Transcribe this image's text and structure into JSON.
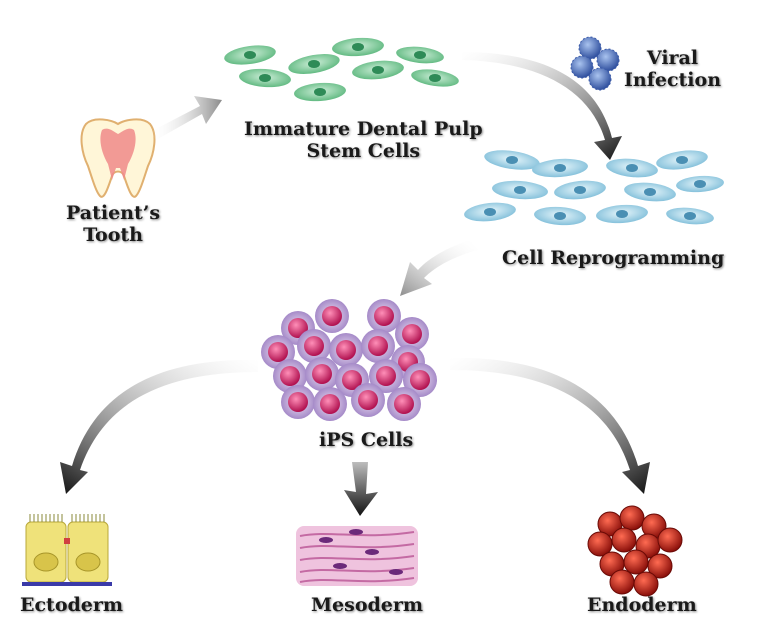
{
  "labels": {
    "patient_tooth": [
      "Patient’s",
      "Tooth"
    ],
    "dental_pulp": [
      "Immature Dental Pulp",
      "Stem Cells"
    ],
    "viral": [
      "Viral",
      "Infection"
    ],
    "reprogramming": "Cell Reprogramming",
    "ips": "iPS Cells",
    "ectoderm": "Ectoderm",
    "mesoderm": "Mesoderm",
    "endoderm": "Endoderm"
  },
  "colors": {
    "stem_cell": "#7dd39a",
    "reprogrammed_cell": "#9fd6ea",
    "ips_cell": "#d6226b",
    "virus": "#4f74c4",
    "endoderm": "#c4201a",
    "ectoderm": "#efe27a",
    "mesoderm": "#e9a6cf"
  }
}
